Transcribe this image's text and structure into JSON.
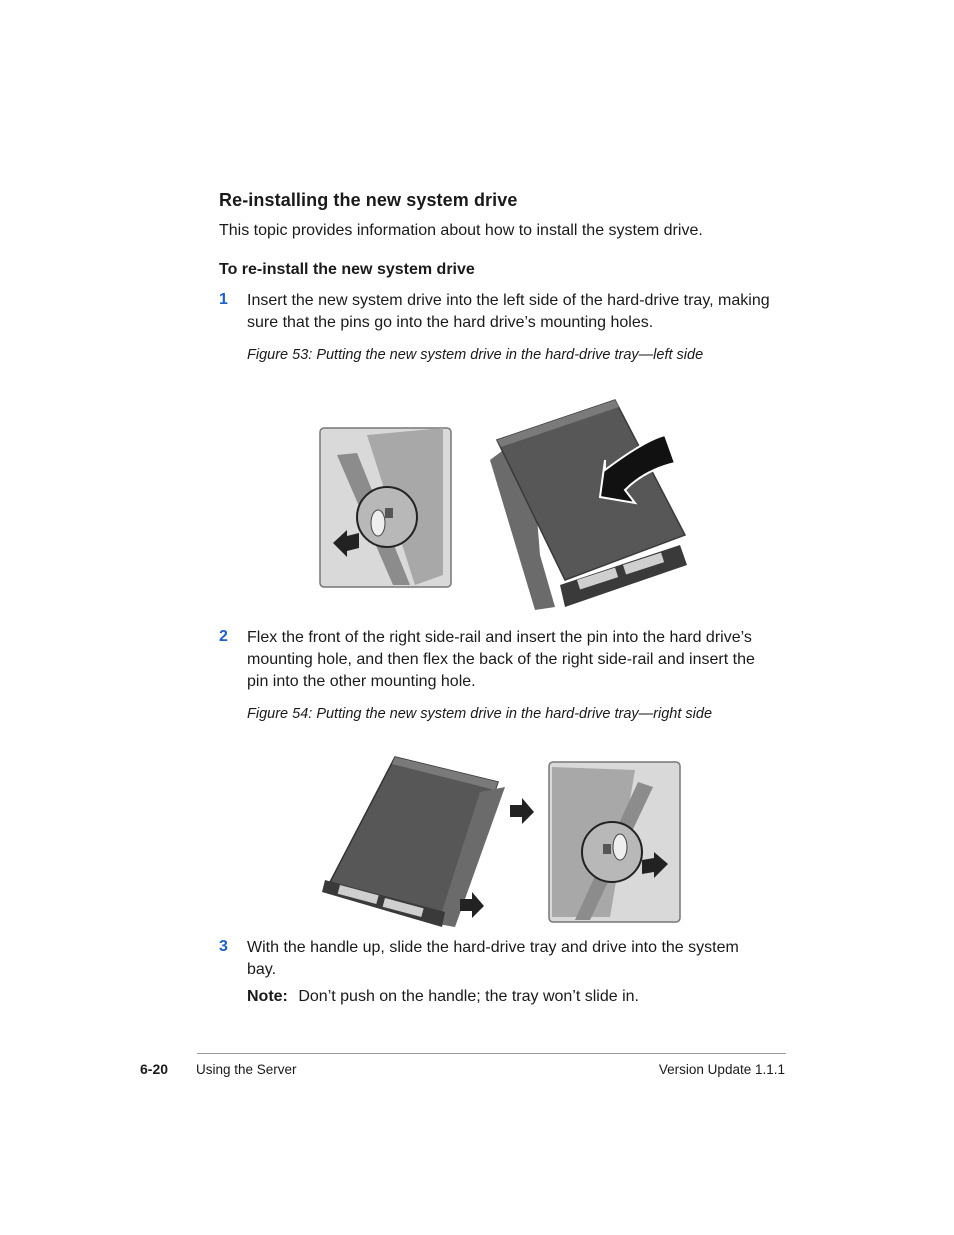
{
  "section": {
    "title": "Re-installing the new system drive",
    "intro": "This topic provides information about how to install the system drive."
  },
  "procedure": {
    "title": "To re-install the new system drive",
    "steps": [
      {
        "num": "1",
        "line1": "Insert the new system drive into the left side of the hard-drive tray, making",
        "line2": "sure that the pins go into the hard drive’s mounting holes."
      },
      {
        "num": "2",
        "line1": "Flex the front of the right side-rail and insert the pin into the hard drive’s",
        "line2": "mounting hole, and then flex the back of the right side-rail and insert the",
        "line3": "pin into the other mounting hole."
      },
      {
        "num": "3",
        "line1": "With the handle up, slide the hard-drive tray and drive into the system",
        "line2": "bay."
      }
    ]
  },
  "figures": [
    {
      "caption": "Figure 53:  Putting the new system drive in the hard-drive tray—left side"
    },
    {
      "caption": "Figure 54:  Putting the new system drive in the hard-drive tray—right side"
    }
  ],
  "note": {
    "label": "Note:",
    "text": "Don’t push on the handle; the tray won’t slide in."
  },
  "footer": {
    "page": "6-20",
    "chapter": "Using the Server",
    "version": "Version Update 1.1.1"
  }
}
